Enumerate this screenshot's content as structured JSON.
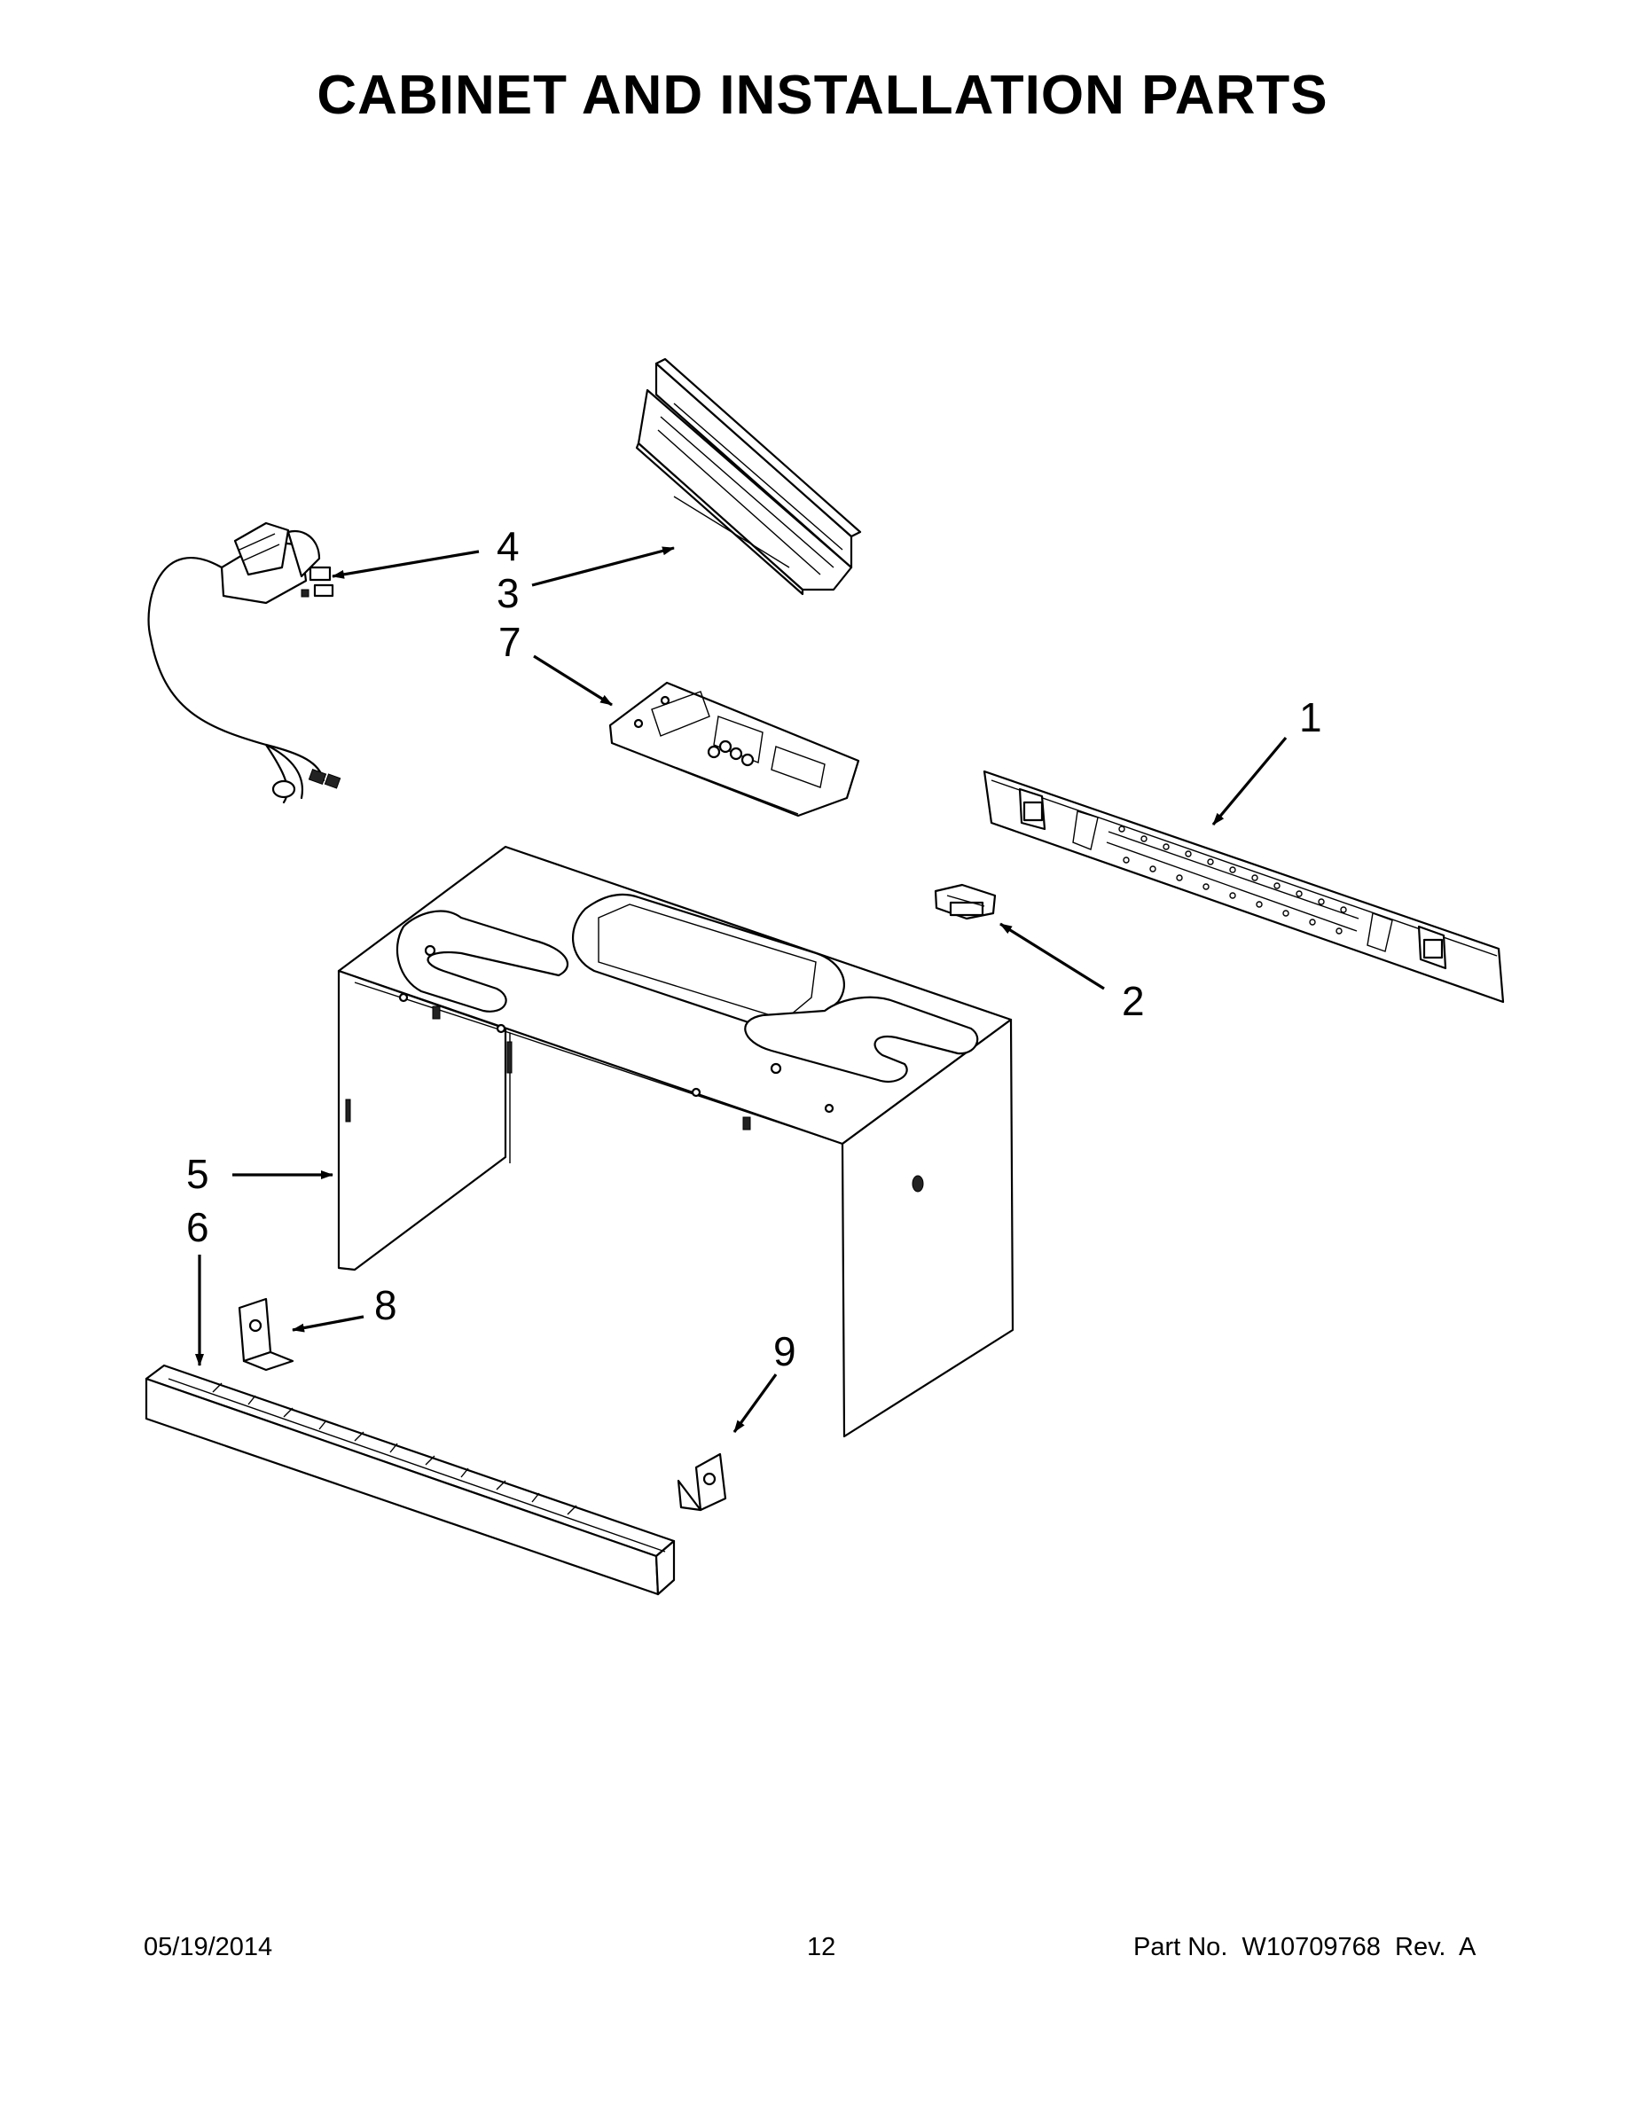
{
  "page": {
    "title": "CABINET AND INSTALLATION PARTS",
    "date": "05/19/2014",
    "page_number": "12",
    "part_info": "Part No.  W10709768  Rev.  A"
  },
  "callouts": {
    "c1": "1",
    "c2": "2",
    "c3": "3",
    "c4": "4",
    "c5": "5",
    "c6": "6",
    "c7": "7",
    "c8": "8",
    "c9": "9"
  }
}
